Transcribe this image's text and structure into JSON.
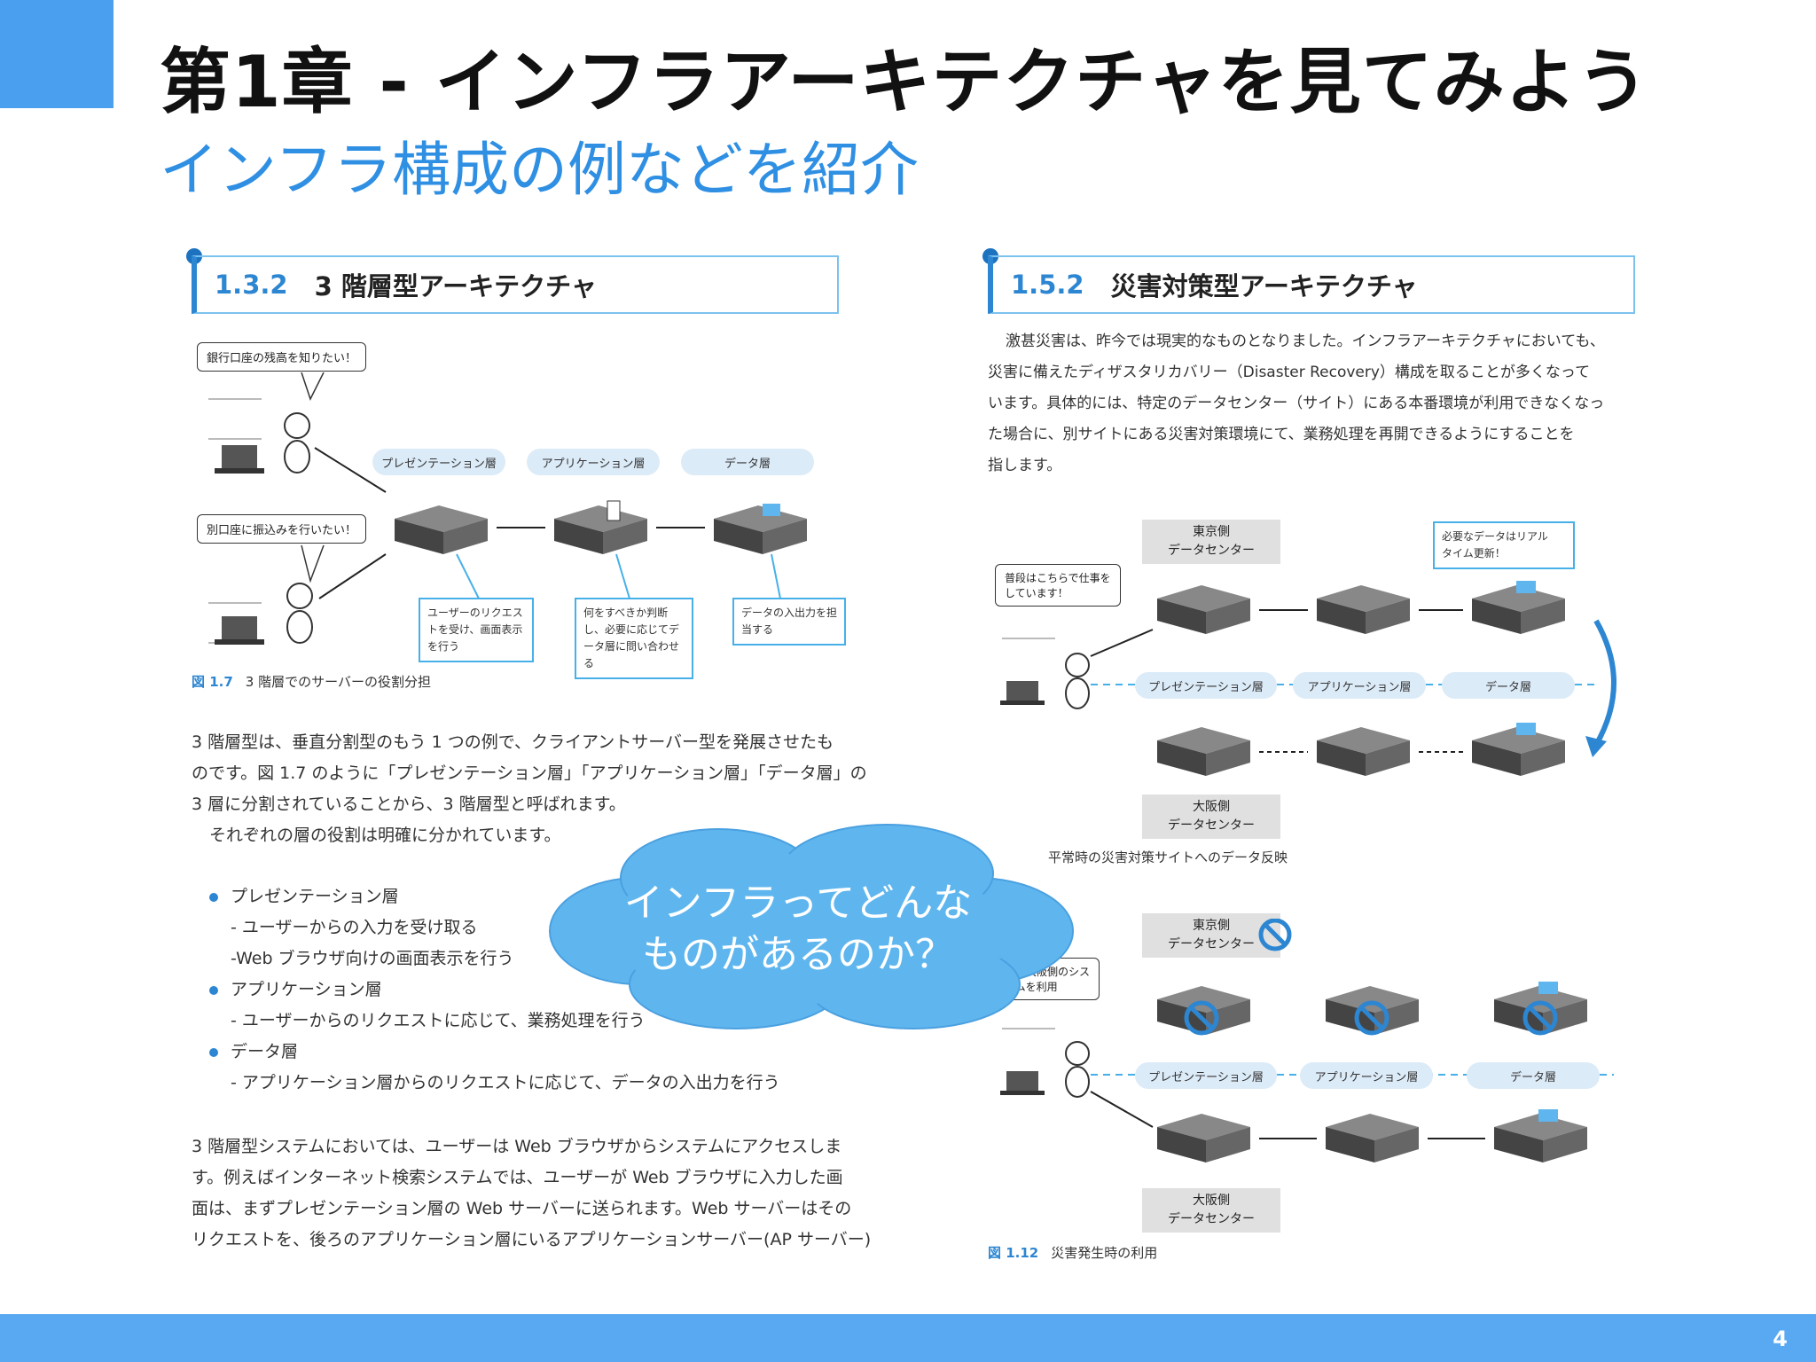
{
  "slide": {
    "title": "第1章 - インフラアーキテクチャを見てみよう",
    "subtitle": "インフラ構成の例などを紹介",
    "page_number": "4",
    "accent_color": "#4aa0ee",
    "footer_color": "#58a8f2"
  },
  "left_page": {
    "section_number": "1.3.2",
    "section_title": "3 階層型アーキテクチャ",
    "figure": {
      "speech_1": "銀行口座の残高を知りたい！",
      "speech_2": "別口座に振込みを行いたい！",
      "layers": [
        "プレゼンテーション層",
        "アプリケーション層",
        "データ層"
      ],
      "callouts": [
        "ユーザーのリクエストを受け、画面表示を行う",
        "何をすべきか判断し、必要に応じてデータ層に問い合わせる",
        "データの入出力を担当する"
      ],
      "caption_number": "図 1.7",
      "caption_text": "3 階層でのサーバーの役割分担"
    },
    "paragraph_1": [
      "3 階層型は、垂直分割型のもう 1 つの例で、クライアントサーバー型を発展させたも",
      "のです。図 1.7 のように「プレゼンテーション層」「アプリケーション層」「データ層」の",
      "3 層に分割されていることから、3 階層型と呼ばれます。",
      "それぞれの層の役割は明確に分かれています。"
    ],
    "bullets": [
      {
        "head": "プレゼンテーション層",
        "items": [
          "- ユーザーからの入力を受け取る",
          "-Web ブラウザ向けの画面表示を行う"
        ]
      },
      {
        "head": "アプリケーション層",
        "items": [
          "- ユーザーからのリクエストに応じて、業務処理を行う"
        ]
      },
      {
        "head": "データ層",
        "items": [
          "- アプリケーション層からのリクエストに応じて、データの入出力を行う"
        ]
      }
    ],
    "paragraph_2": [
      "3 階層型システムにおいては、ユーザーは Web ブラウザからシステムにアクセスしま",
      "す。例えばインターネット検索システムでは、ユーザーが Web ブラウザに入力した画",
      "面は、まずプレゼンテーション層の Web サーバーに送られます。Web サーバーはその",
      "リクエストを、後ろのアプリケーション層にいるアプリケーションサーバー(AP サーバー)"
    ]
  },
  "right_page": {
    "section_number": "1.5.2",
    "section_title": "災害対策型アーキテクチャ",
    "paragraph": [
      "激甚災害は、昨今では現実的なものとなりました。インフラアーキテクチャにおいても、",
      "災害に備えたディザスタリカバリー（Disaster Recovery）構成を取ることが多くなって",
      "います。具体的には、特定のデータセンター（サイト）にある本番環境が利用できなくなっ",
      "た場合に、別サイトにある災害対策環境にて、業務処理を再開できるようにすることを",
      "指します。"
    ],
    "figure_top": {
      "dc_tokyo": "東京側\nデータセンター",
      "dc_osaka": "大阪側\nデータセンター",
      "speech": "普段はこちらで仕事を\nしています！",
      "callout": "必要なデータはリアル\nタイム更新！",
      "layers": [
        "プレゼンテーション層",
        "アプリケーション層",
        "データ層"
      ],
      "caption_text": "平常時の災害対策サイトへのデータ反映"
    },
    "figure_bottom": {
      "dc_tokyo": "東京側\nデータセンター",
      "dc_osaka": "大阪側\nデータセンター",
      "speech": "今は大阪側のシス\nテムを利用",
      "layers": [
        "プレゼンテーション層",
        "アプリケーション層",
        "データ層"
      ],
      "caption_number": "図 1.12",
      "caption_text": "災害発生時の利用"
    }
  },
  "cloud": {
    "line1": "インフラってどんな",
    "line2": "ものがあるのか？",
    "fill_color": "#5fb6ee"
  }
}
